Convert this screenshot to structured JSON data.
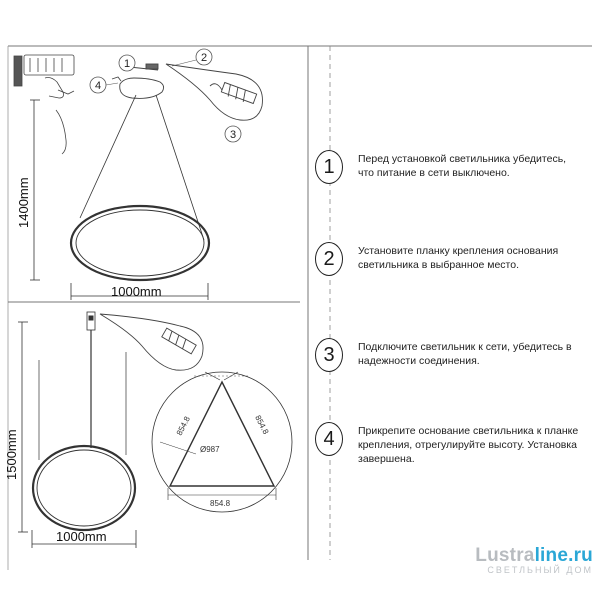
{
  "dimensions": {
    "top_height": "1400mm",
    "top_width": "1000mm",
    "bottom_height": "1500mm",
    "bottom_width": "1000mm"
  },
  "callouts": [
    "1",
    "2",
    "3",
    "4"
  ],
  "triangle": {
    "left_side": "854.8",
    "right_side": "854.8",
    "base": "854.8",
    "diameter": "Ø987"
  },
  "steps": [
    {
      "number": "1",
      "text": "Перед установкой светильника убедитесь, что питание в сети выключено."
    },
    {
      "number": "2",
      "text": "Установите планку крепления основания светильника в выбранное место."
    },
    {
      "number": "3",
      "text": "Подключите светильник к сети, убедитесь в надежности соединения."
    },
    {
      "number": "4",
      "text": "Прикрепите основание светильника к планке крепления, отрегулируйте высоту. Установка завершена."
    }
  ],
  "logo": {
    "brand_part1": "Lustra",
    "brand_part2": "line.ru",
    "subtitle": "СВЕТЛЬНЫЙ ДОМ",
    "brand_color": "#2aa7d6"
  }
}
